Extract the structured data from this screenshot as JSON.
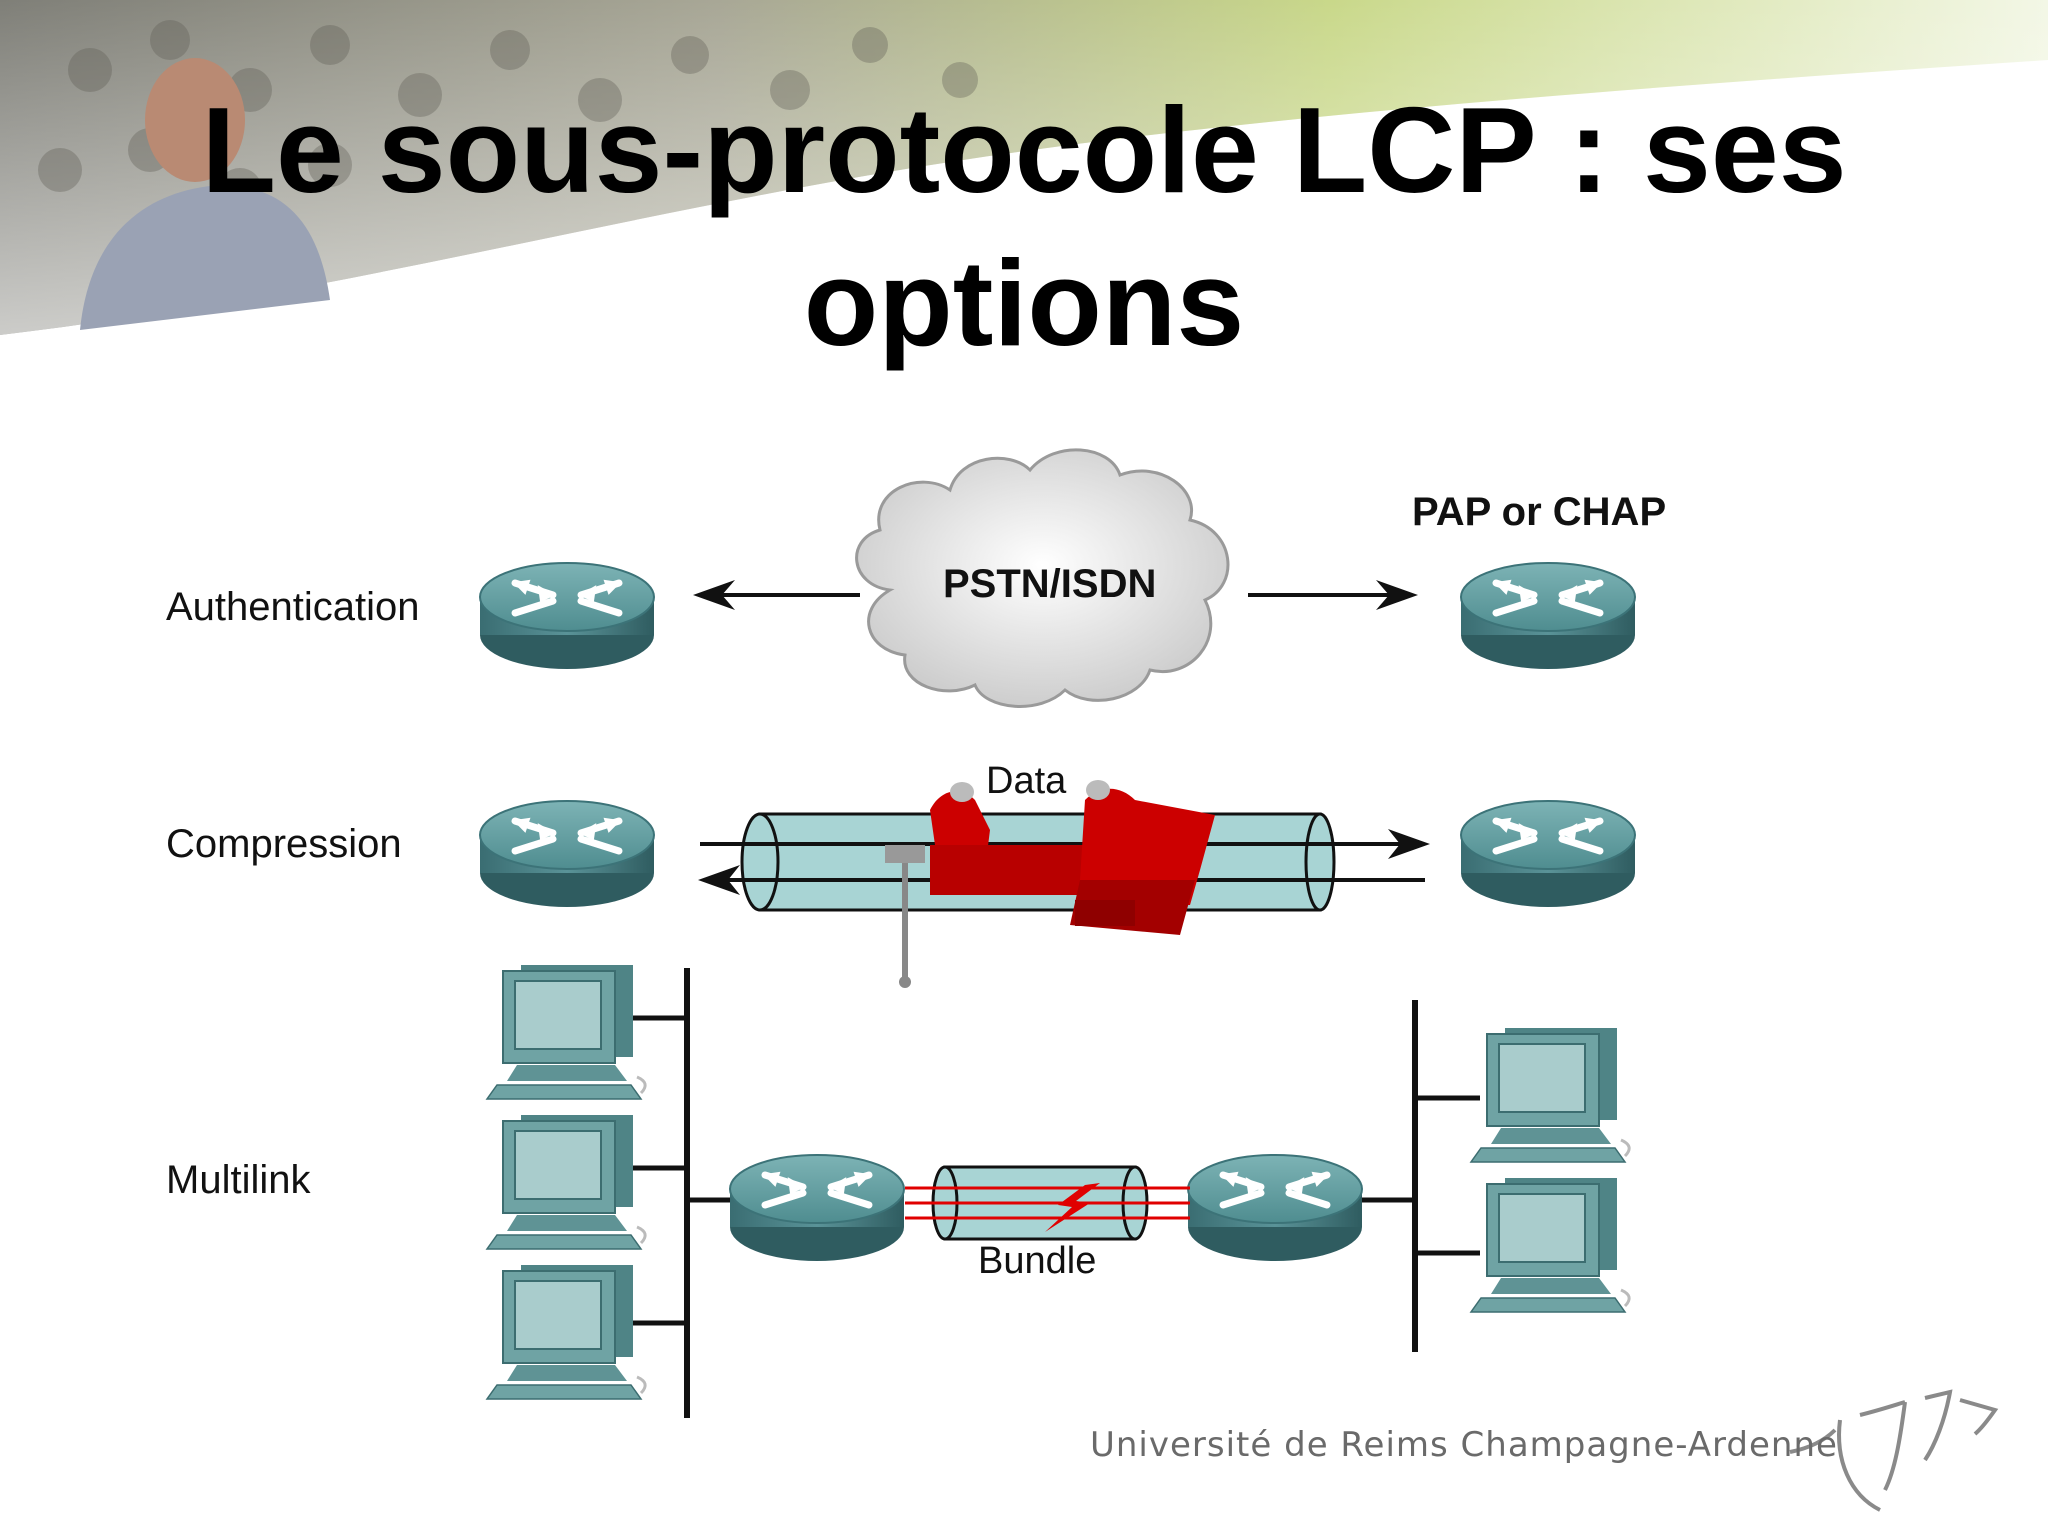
{
  "slide": {
    "title_line1": "Le sous-protocole LCP : ses",
    "title_line2": "options",
    "footer": "Université de Reims Champagne-Ardenne"
  },
  "diagram": {
    "rows": [
      {
        "label": "Authentication",
        "cloud_label": "PSTN/ISDN",
        "protocol_label": "PAP or CHAP"
      },
      {
        "label": "Compression",
        "data_label": "Data"
      },
      {
        "label": "Multilink",
        "bundle_label": "Bundle"
      }
    ]
  },
  "colors": {
    "router_top": "#5f9fa1",
    "router_side": "#3c7378",
    "pipe": "#a8d4d4",
    "vise": "#cc0000",
    "pc": "#6fa3a4",
    "header_green": "#cfe08a"
  },
  "icons": [
    "router-icon",
    "cloud-icon",
    "vise-icon",
    "computer-icon",
    "lightning-icon",
    "university-logo"
  ]
}
